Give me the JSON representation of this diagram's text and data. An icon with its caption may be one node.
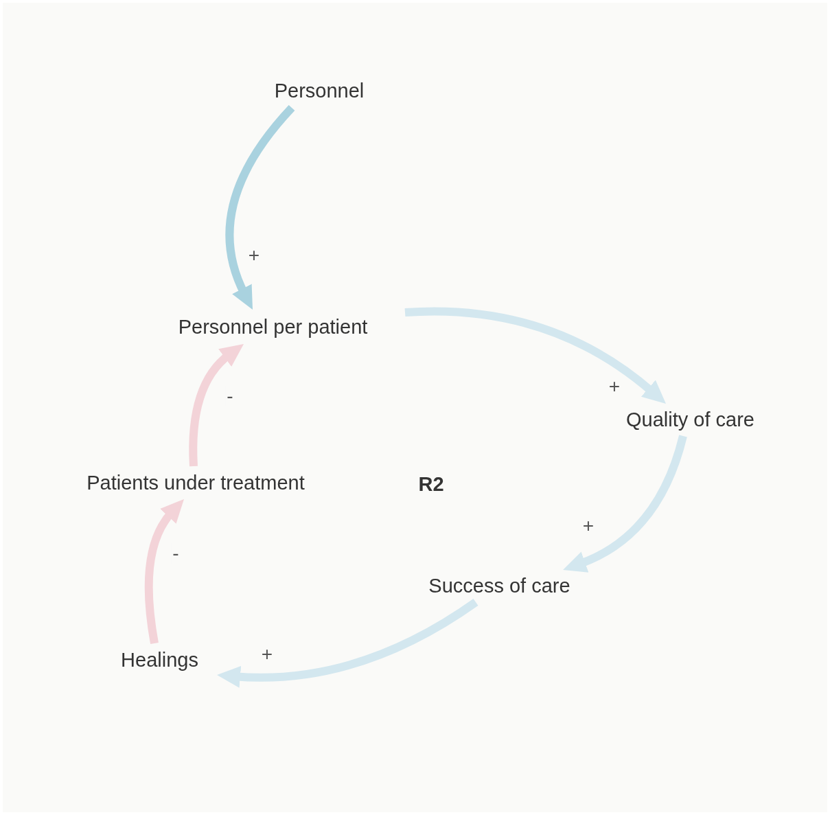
{
  "diagram": {
    "nodes": [
      {
        "text": [
          "Personnel"
        ]
      },
      {
        "text": [
          "Personnel per patient"
        ]
      },
      {
        "text": [
          "Quality of care"
        ]
      },
      {
        "text": [
          "Success of care"
        ]
      },
      {
        "text": [
          "Healings"
        ]
      },
      {
        "text": [
          "Patients under treatment"
        ]
      }
    ],
    "edges": [
      {
        "from": 0,
        "to": 1,
        "arrow": "to",
        "label": "+",
        "color": "#a9d2df"
      },
      {
        "from": 1,
        "to": 2,
        "arrow": "to",
        "label": "+"
      },
      {
        "from": 2,
        "to": 3,
        "arrow": "to",
        "label": "+"
      },
      {
        "from": 3,
        "to": 4,
        "arrow": "to",
        "label": "+"
      },
      {
        "from": 4,
        "to": 5,
        "arrow": "to",
        "label": "-",
        "color": "#f3d3d8"
      },
      {
        "from": 5,
        "to": 1,
        "arrow": "to",
        "label": "-",
        "color": "#f3d3d8"
      }
    ],
    "labels": [
      "R2"
    ]
  }
}
